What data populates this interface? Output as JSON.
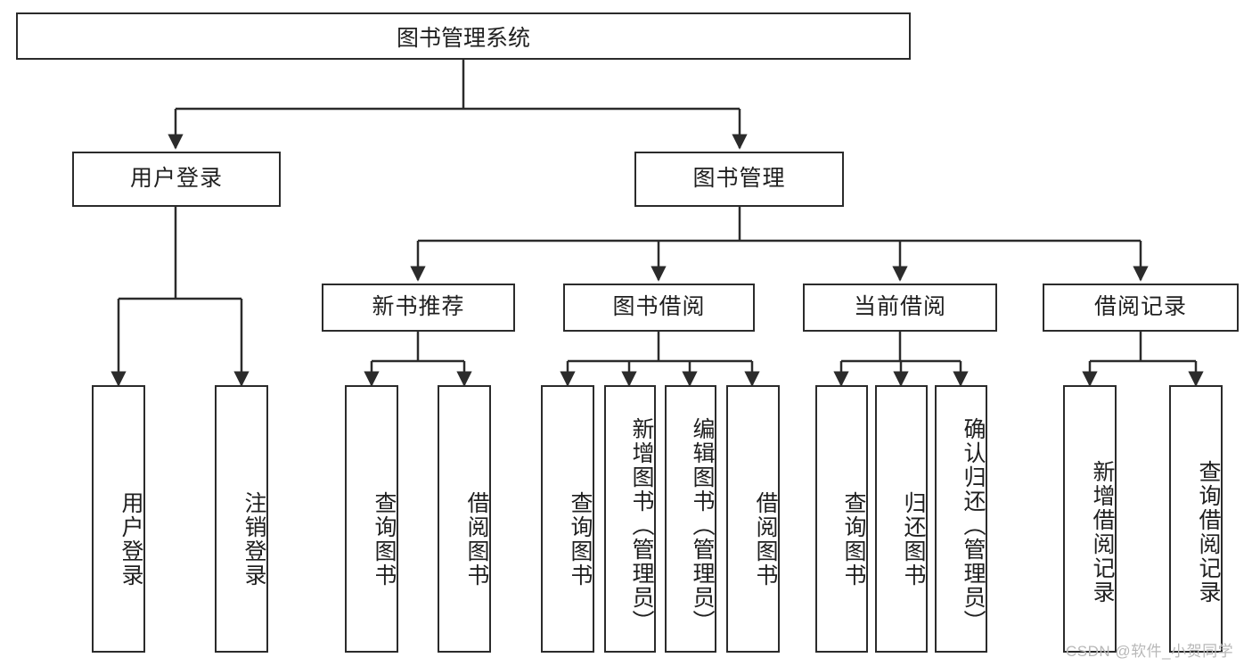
{
  "diagram": {
    "title": "图书管理系统",
    "type": "tree-hierarchy-functional-structure",
    "root": {
      "label": "图书管理系统"
    },
    "level2": [
      {
        "label": "用户登录"
      },
      {
        "label": "图书管理"
      }
    ],
    "level3": [
      {
        "label": "新书推荐"
      },
      {
        "label": "图书借阅"
      },
      {
        "label": "当前借阅"
      },
      {
        "label": "借阅记录"
      }
    ],
    "leaves": {
      "user_login": [
        {
          "label": "用户登录"
        },
        {
          "label": "注销登录"
        }
      ],
      "new_book_recommend": [
        {
          "label": "查询图书"
        },
        {
          "label": "借阅图书"
        }
      ],
      "book_borrow": [
        {
          "label": "查询图书"
        },
        {
          "label": "新增图书（管理员）"
        },
        {
          "label": "编辑图书（管理员）"
        },
        {
          "label": "借阅图书"
        }
      ],
      "current_borrow": [
        {
          "label": "查询图书"
        },
        {
          "label": "归还图书"
        },
        {
          "label": "确认归还（管理员）"
        }
      ],
      "borrow_record": [
        {
          "label": "新增借阅记录"
        },
        {
          "label": "查询借阅记录"
        }
      ]
    }
  },
  "watermark": {
    "text": "CSDN @软件_小贺同学"
  },
  "colors": {
    "stroke": "#2b2b2b",
    "background": "#ffffff",
    "text": "#1f1f1f",
    "watermark": "#b8b8b8"
  }
}
